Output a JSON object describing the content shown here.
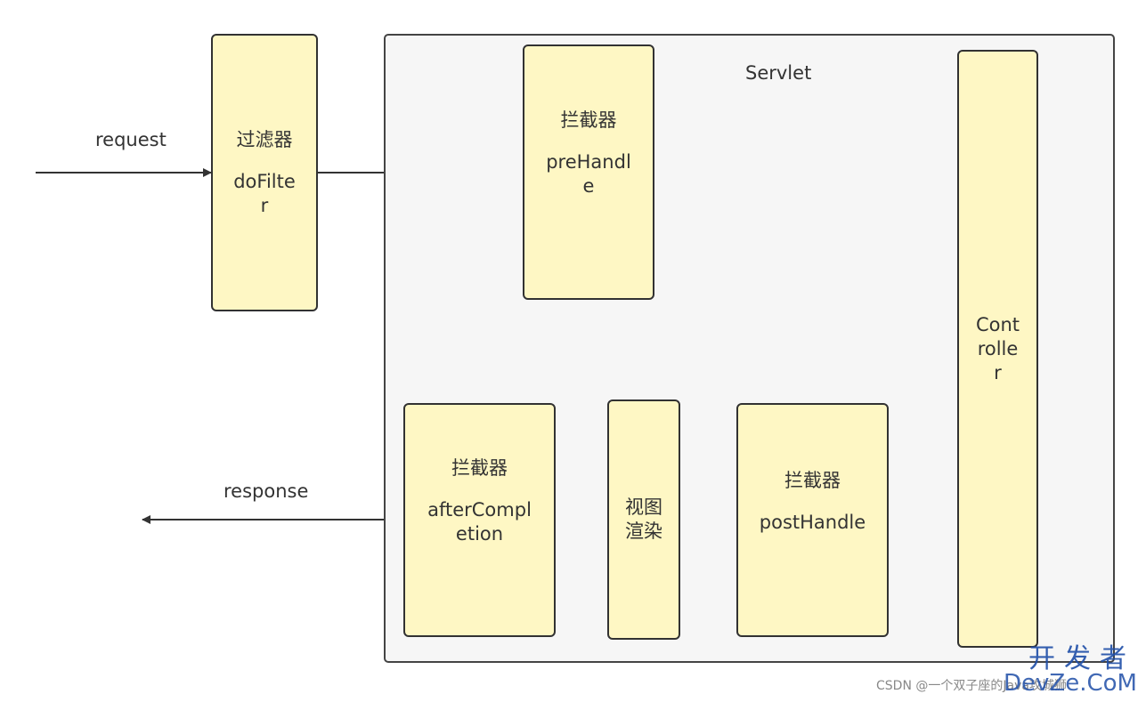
{
  "labels": {
    "request": "request",
    "response": "response",
    "servlet": "Servlet"
  },
  "nodes": {
    "filter": {
      "title": "过滤器",
      "lines": [
        "doFilte",
        "r"
      ]
    },
    "pre_interceptor": {
      "title": "拦截器",
      "lines": [
        "preHandl",
        "e"
      ]
    },
    "controller": {
      "lines": [
        "Cont",
        "rolle",
        "r"
      ]
    },
    "post_interceptor": {
      "title": "拦截器",
      "lines": [
        "postHandle"
      ]
    },
    "view_render": {
      "lines": [
        "视图",
        "渲染"
      ]
    },
    "after_interceptor": {
      "title": "拦截器",
      "lines": [
        "afterCompl",
        "etion"
      ]
    }
  },
  "watermark": {
    "brand_cn": "开发者",
    "brand_en": "DevZe.CoM",
    "csdn": "CSDN @一个双子座的Java攻城狮"
  },
  "colors": {
    "box_fill": "#fef7c4",
    "container_fill": "#f6f6f6",
    "stroke": "#323232",
    "watermark": "#1f4ea8"
  }
}
